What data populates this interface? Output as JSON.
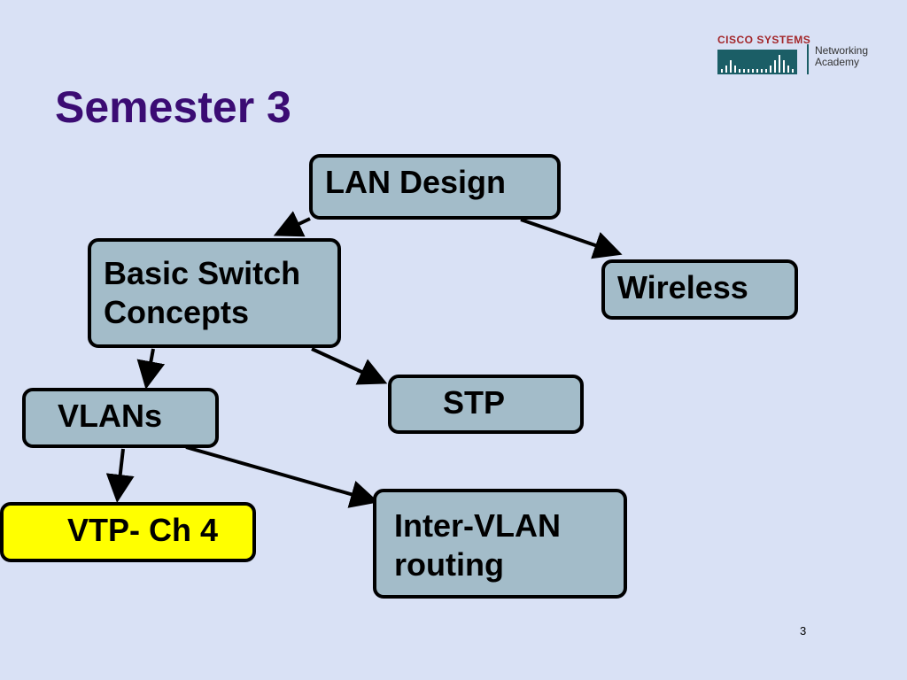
{
  "slide": {
    "title": "Semester 3",
    "page_number": "3"
  },
  "logo": {
    "brand_first": "C",
    "brand_rest": "ISCO",
    "brand_second_initial": "S",
    "brand_second_rest": "YSTEMS",
    "line1": "Networking",
    "line2": "Academy"
  },
  "nodes": {
    "lan_design": {
      "line1": "LAN Design"
    },
    "basic_switch": {
      "line1": "Basic Switch",
      "line2": "Concepts"
    },
    "wireless": {
      "line1": "Wireless"
    },
    "stp": {
      "line1": "STP"
    },
    "vlans": {
      "line1": "VLANs"
    },
    "vtp": {
      "line1": "VTP- Ch 4"
    },
    "inter_vlan": {
      "line1": "Inter-VLAN",
      "line2": "routing"
    }
  },
  "colors": {
    "background": "#d9e1f5",
    "title": "#3b0c73",
    "node_fill": "#a3bcc9",
    "highlight_fill": "#ffff00",
    "logo_red": "#a3262a",
    "logo_teal": "#1b5e66"
  }
}
